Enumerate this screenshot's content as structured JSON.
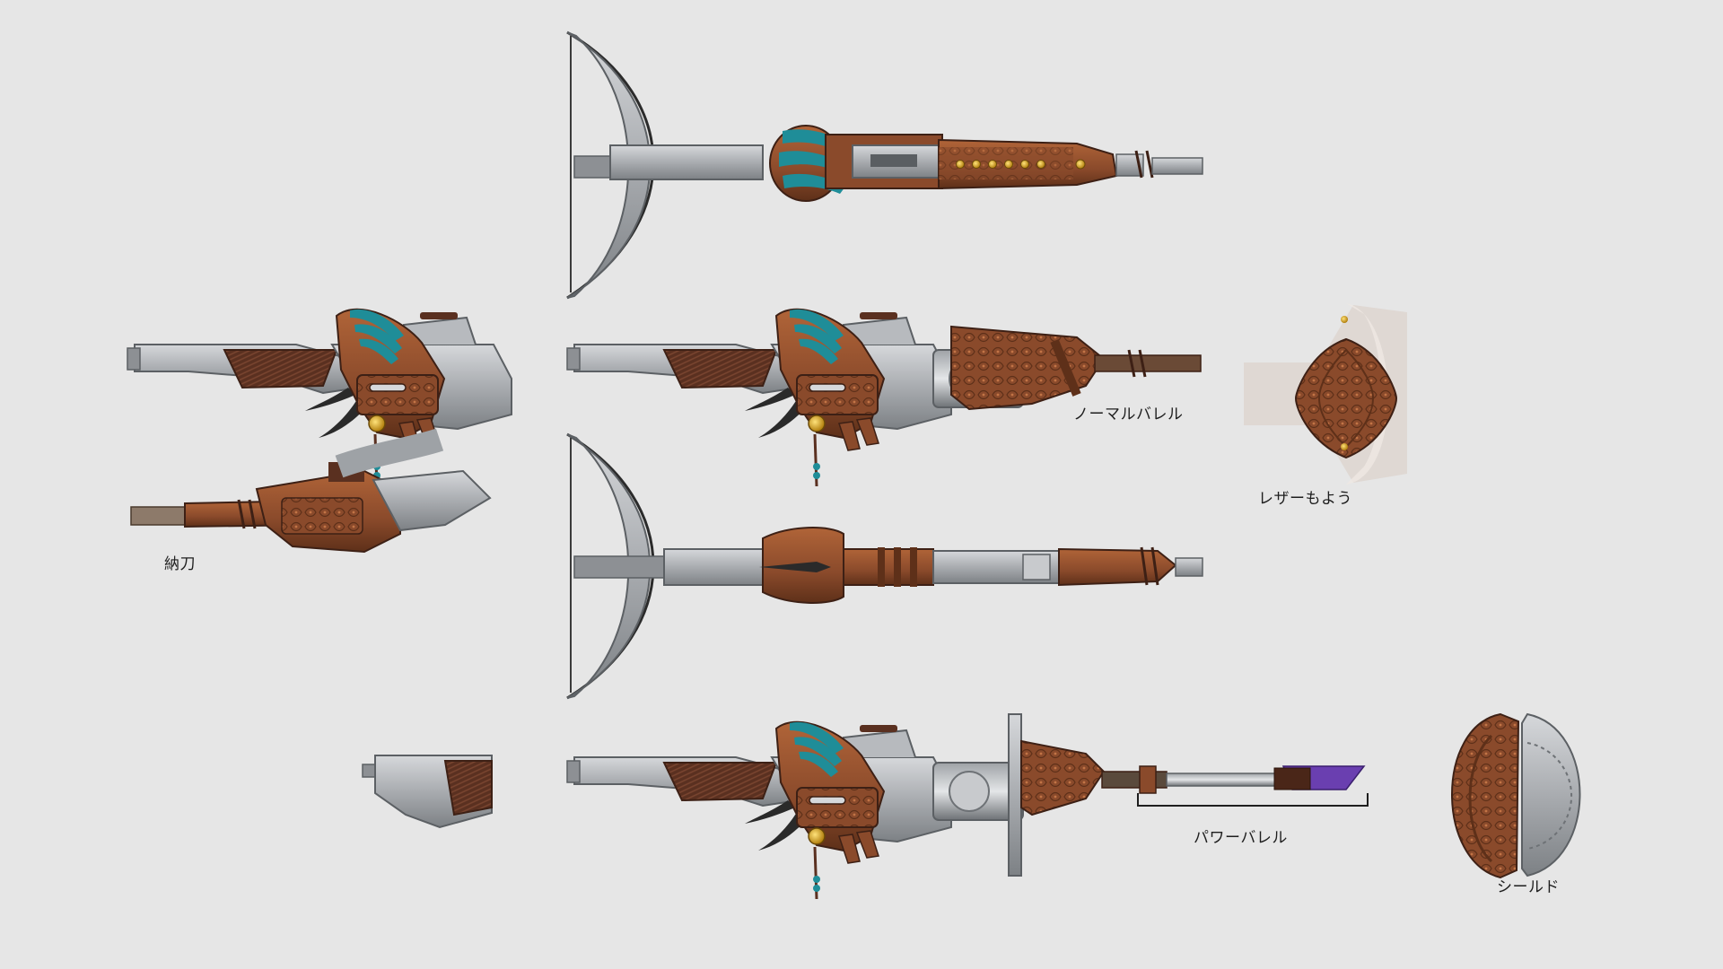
{
  "labels": {
    "sheathed": "納刀",
    "normal_barrel": "ノーマルバレル",
    "leather_pattern": "レザーもよう",
    "power_barrel": "パワーバレル",
    "shield": "シールド"
  },
  "colors": {
    "background": "#e6e6e6",
    "metal": "#a9acb0",
    "metal_light": "#cfd1d4",
    "metal_dark": "#6e7276",
    "leather": "#8a4a2b",
    "leather_light": "#a85d36",
    "leather_dark": "#4a2618",
    "teal": "#1f8d98",
    "gold": "#d4a017",
    "purple": "#6a3fb0"
  }
}
